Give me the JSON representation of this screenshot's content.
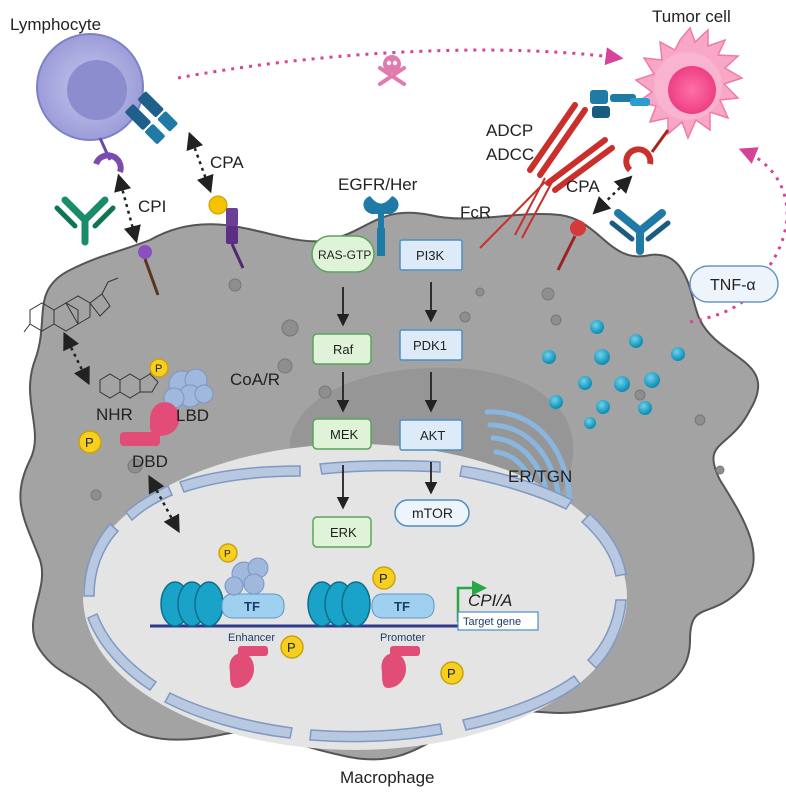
{
  "labels": {
    "lymphocyte": "Lymphocyte",
    "tumor_cell": "Tumor cell",
    "macrophage": "Macrophage",
    "cpa_top": "CPA",
    "cpi": "CPI",
    "egfr": "EGFR/Her",
    "fcr": "FcR",
    "adcp": "ADCP",
    "adcc": "ADCC",
    "cpa_right": "CPA",
    "tnf": "TNF-α",
    "coa_r": "CoA/R",
    "nhr": "NHR",
    "lbd": "LBD",
    "dbd": "DBD",
    "er_tgn": "ER/TGN",
    "enhancer": "Enhancer",
    "promoter": "Promoter",
    "tf1": "TF",
    "tf2": "TF",
    "cpi_a": "CPI/A",
    "target_gene": "Target gene",
    "phospho": "P"
  },
  "pathway_left": [
    "RAS-GTP",
    "Raf",
    "MEK",
    "ERK"
  ],
  "pathway_right": [
    "PI3K",
    "PDK1",
    "AKT",
    "mTOR"
  ],
  "colors": {
    "macrophage_fill": "#a3a3a3",
    "nucleus_fill": "#dcdcdc",
    "lymphocyte": "#a6a7de",
    "tumor": "#f5a0c0",
    "antibody_teal": "#1a8c6a",
    "receptor_blue": "#1f7ba6",
    "fcr_red": "#c9302c",
    "arrow_pink": "#d6449a",
    "ras_green_fill": "#dff3d8",
    "pi3k_blue_fill": "#dcebf7",
    "phospho_yellow": "#f7cf1e",
    "nhr_pink": "#e14d76"
  },
  "icons": [
    "skull-crossbones-icon",
    "steroid-molecule-icon",
    "dna-helix-icon",
    "antibody-icon"
  ]
}
